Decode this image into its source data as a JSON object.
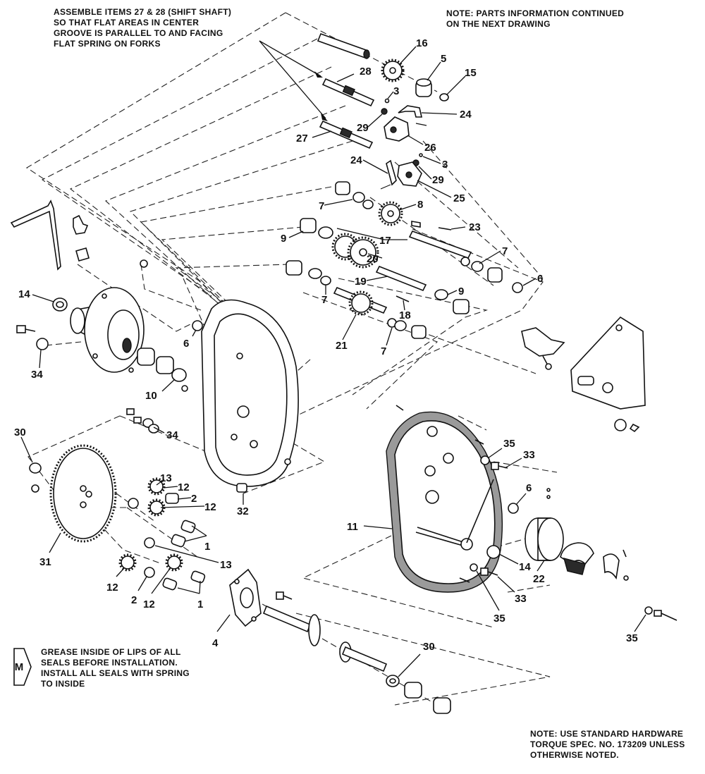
{
  "notes": {
    "shift_shaft": "ASSEMBLE ITEMS 27 & 28 (SHIFT SHAFT)\nSO THAT FLAT AREAS IN CENTER\nGROOVE IS PARALLEL TO AND FACING\nFLAT SPRING ON FORKS",
    "parts_continued": "NOTE:  PARTS INFORMATION CONTINUED\n            ON THE NEXT DRAWING",
    "grease": "GREASE INSIDE OF LIPS OF ALL\nSEALS BEFORE INSTALLATION.\nINSTALL ALL SEALS WITH SPRING\nTO INSIDE",
    "torque": "NOTE: USE STANDARD HARDWARE\nTORQUE SPEC. NO. 173209 UNLESS\nOTHERWISE NOTED."
  },
  "symbol_m": "M",
  "callouts": {
    "c16": "16",
    "c5": "5",
    "c15": "15",
    "c28": "28",
    "c3a": "3",
    "c24a": "24",
    "c29a": "29",
    "c27": "27",
    "c26": "26",
    "c3b": "3",
    "c24b": "24",
    "c29b": "29",
    "c25": "25",
    "c7a": "7",
    "c8": "8",
    "c9a": "9",
    "c23": "23",
    "c17": "17",
    "c7b": "7",
    "c20": "20",
    "c19": "19",
    "c7c": "7",
    "c9b": "9",
    "c6a": "6",
    "c14a": "14",
    "c18": "18",
    "c6b": "6",
    "c21": "21",
    "c7d": "7",
    "c34a": "34",
    "c10": "10",
    "c34b": "34",
    "c30a": "30",
    "c13a": "13",
    "c12a": "12",
    "c2a": "2",
    "c12b": "12",
    "c32": "32",
    "c1a": "1",
    "c31": "31",
    "c13b": "13",
    "c12c": "12",
    "c2b": "2",
    "c12d": "12",
    "c1b": "1",
    "c4": "4",
    "c35a": "35",
    "c33a": "33",
    "c6c": "6",
    "c11": "11",
    "c14b": "14",
    "c22": "22",
    "c33b": "33",
    "c35b": "35",
    "c35c": "35",
    "c30b": "30"
  }
}
